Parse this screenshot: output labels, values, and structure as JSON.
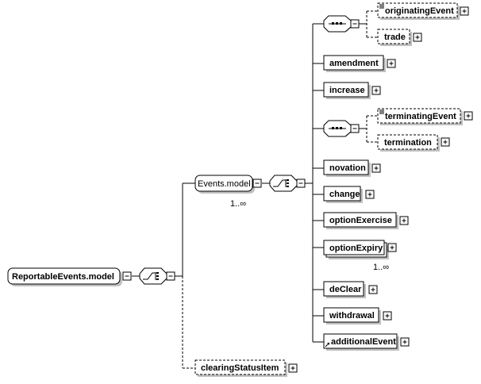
{
  "diagram": {
    "root": {
      "label": "ReportableEvents.model"
    },
    "events_model": {
      "label": "Events.model",
      "cardinality": "1..∞"
    },
    "elements": {
      "originating_event": "originatingEvent",
      "trade": "trade",
      "amendment": "amendment",
      "increase": "increase",
      "terminating_event": "terminatingEvent",
      "termination": "termination",
      "novation": "novation",
      "change": "change",
      "option_exercise": "optionExercise",
      "option_expiry": "optionExpiry",
      "option_expiry_cardinality": "1..∞",
      "declear": "deClear",
      "withdrawal": "withdrawal",
      "additional_event": "additionalEvent",
      "clearing_status_item": "clearingStatusItem"
    }
  }
}
